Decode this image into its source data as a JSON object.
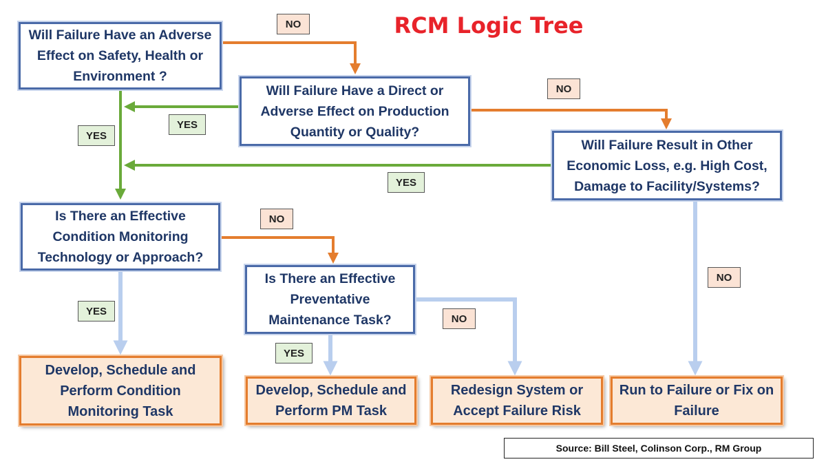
{
  "title": "RCM Logic Tree",
  "colors": {
    "title": "#e8232a",
    "yes_arrow": "#6aaa3a",
    "no_arrow": "#e47d2e",
    "flow_arrow": "#b9ceee",
    "question_border": "#4a6aa8",
    "action_fill": "#fce8d6"
  },
  "questions": {
    "safety": "Will Failure Have an Adverse Effect on Safety, Health or Environment ?",
    "production": "Will Failure Have a Direct or Adverse Effect on Production Quantity or Quality?",
    "economic": "Will Failure Result in Other Economic Loss, e.g. High Cost, Damage to Facility/Systems?",
    "condition_monitoring": "Is There an Effective Condition Monitoring Technology or Approach?",
    "preventative": "Is There an Effective Preventative Maintenance Task?"
  },
  "actions": {
    "cm_task": "Develop, Schedule and Perform Condition Monitoring Task",
    "pm_task": "Develop, Schedule and Perform PM Task",
    "redesign": "Redesign System or Accept Failure Risk",
    "run_to_failure": "Run to Failure or Fix on Failure"
  },
  "labels": {
    "yes": "YES",
    "no": "NO"
  },
  "source": "Source: Bill Steel, Colinson Corp., RM Group"
}
